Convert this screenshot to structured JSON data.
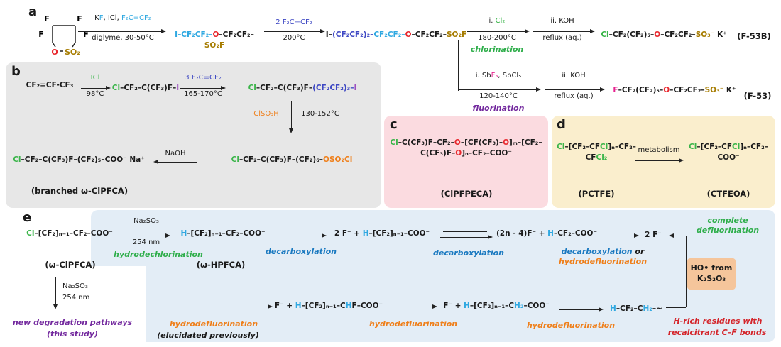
{
  "colors": {
    "tfe_first_unit": "#2fa8e1",
    "tfe_added_units": "#3d47c3",
    "ether_oxygen": "#e8262c",
    "chlorine": "#3bb54a",
    "iodine": "#9e4fc0",
    "sulfonyl": "#a67c00",
    "new_fluorine": "#e7218f",
    "orange_groups": "#ef7f1a",
    "green_notes": "#2fae4b",
    "blue_notes": "#1a79c0",
    "purple_notes": "#73299e",
    "red_notes": "#d4252b",
    "cyan_hydrogen": "#2fa8e1",
    "panel_b_bg": "#e7e7e7",
    "panel_c_bg": "#fbdbe0",
    "panel_d_bg": "#faeecd",
    "panel_e_bg": "#e3edf6",
    "ho_box_bg": "#f5c59b"
  },
  "panels": {
    "a": {
      "letter": "a",
      "sultone": {
        "f1": "F",
        "f2": "F",
        "f3": "F",
        "f4": "F",
        "o": "O",
        "so2": "SO₂"
      },
      "s1_top": [
        {
          "t": "K"
        },
        {
          "t": "F",
          "c": "cyan"
        },
        {
          "t": ", ICl, "
        },
        {
          "t": "F₂C=CF₂",
          "c": "cyan"
        }
      ],
      "s1_bot": "diglyme, 30-50°C",
      "s2_top": [
        {
          "t": "2 F₂C=CF₂",
          "c": "navy"
        }
      ],
      "s2_bot": "200°C",
      "s3_top": [
        {
          "t": "i. "
        },
        {
          "t": "Cl₂",
          "c": "green"
        }
      ],
      "s3_bot": "180-200°C",
      "s3_note": "chlorination",
      "s4_top": "ii. KOH",
      "s4_bot": "reflux (aq.)",
      "s5_top": [
        {
          "t": "i. Sb"
        },
        {
          "t": "F₃",
          "c": "magenta"
        },
        {
          "t": ", SbCl₅"
        }
      ],
      "s5_bot": "120-140°C",
      "s5_note": "fluorination",
      "s6_top": "ii. KOH",
      "s6_bot": "reflux (aq.)",
      "mol_p1": [
        {
          "t": "I–CF₂CF₂–",
          "c": "cyan"
        },
        {
          "t": "O",
          "c": "red"
        },
        {
          "t": "–CF₂CF₂–"
        },
        {
          "t": "SO₂F",
          "c": "gold"
        }
      ],
      "mol_p2": [
        {
          "t": "I–"
        },
        {
          "t": "(CF₂CF₂)₂–",
          "c": "navy"
        },
        {
          "t": "CF₂CF₂–",
          "c": "cyan"
        },
        {
          "t": "O",
          "c": "red"
        },
        {
          "t": "–CF₂CF₂–"
        },
        {
          "t": "SO₂F",
          "c": "gold"
        }
      ],
      "mol_f53b": [
        {
          "t": "Cl",
          "c": "green"
        },
        {
          "t": "–CF₂(CF₂)₅–"
        },
        {
          "t": "O",
          "c": "red"
        },
        {
          "t": "–CF₂CF₂–"
        },
        {
          "t": "SO₃⁻",
          "c": "gold"
        },
        {
          "t": " K⁺"
        }
      ],
      "lbl_f53b": "(F-53B)",
      "mol_f53": [
        {
          "t": "F",
          "c": "magenta"
        },
        {
          "t": "–CF₂(CF₂)₅–"
        },
        {
          "t": "O",
          "c": "red"
        },
        {
          "t": "–CF₂CF₂–"
        },
        {
          "t": "SO₃⁻",
          "c": "gold"
        },
        {
          "t": " K⁺"
        }
      ],
      "lbl_f53": "(F-53)"
    },
    "b": {
      "letter": "b",
      "mol_start": [
        {
          "t": "CF₂=CF-CF₃"
        }
      ],
      "s1_top": [
        {
          "t": "ICl",
          "c": "green"
        }
      ],
      "s1_bot": "98°C",
      "mol_p1": [
        {
          "t": "Cl",
          "c": "green"
        },
        {
          "t": "–CF₂–C(CF₃)F–"
        },
        {
          "t": "I",
          "c": "purple"
        }
      ],
      "s2_top": [
        {
          "t": "3 F₂C=CF₂",
          "c": "navy"
        }
      ],
      "s2_bot": "165-170°C",
      "mol_p2": [
        {
          "t": "Cl",
          "c": "green"
        },
        {
          "t": "–CF₂–C(CF₃)F–"
        },
        {
          "t": "(CF₂CF₂)₃–",
          "c": "navy"
        },
        {
          "t": "I",
          "c": "purple"
        }
      ],
      "d_left": [
        {
          "t": "ClSO₃H",
          "c": "orange"
        }
      ],
      "d_right": "130-152°C",
      "mol_p3": [
        {
          "t": "Cl",
          "c": "green"
        },
        {
          "t": "–CF₂–C(CF₃)F–(CF₂)₆–"
        },
        {
          "t": "OSO₂Cl",
          "c": "orange"
        }
      ],
      "s3": "NaOH",
      "mol_p4": [
        {
          "t": "Cl",
          "c": "green"
        },
        {
          "t": "–CF₂–C(CF₃)F–(CF₂)₅–COO⁻ Na⁺"
        }
      ],
      "lbl_p4": "(branched ω-ClPFCA)"
    },
    "c": {
      "letter": "c",
      "mol": [
        {
          "t": "Cl",
          "c": "green"
        },
        {
          "t": "–C(CF₃)F–CF₂–"
        },
        {
          "t": "O",
          "c": "red"
        },
        {
          "t": "–[CF(CF₃)–"
        },
        {
          "t": "O",
          "c": "red"
        },
        {
          "t": "]ₘ–[CF₂–C(CF₃)F–"
        },
        {
          "t": "O",
          "c": "red"
        },
        {
          "t": "]ₙ–CF₂–COO⁻"
        }
      ],
      "lbl": "(ClPFPECA)"
    },
    "d": {
      "letter": "d",
      "mol_pctfe": [
        {
          "t": "Cl",
          "c": "green"
        },
        {
          "t": "–[CF₂–CF"
        },
        {
          "t": "Cl",
          "c": "green"
        },
        {
          "t": "]ₙ–CF₂–CF"
        },
        {
          "t": "Cl₂",
          "c": "green"
        }
      ],
      "arrow_label": "metabolism",
      "mol_ctfeoa": [
        {
          "t": "Cl",
          "c": "green"
        },
        {
          "t": "–[CF₂–CF"
        },
        {
          "t": "Cl",
          "c": "green"
        },
        {
          "t": "]ₙ–CF₂–COO⁻"
        }
      ],
      "lbl_pctfe": "(PCTFE)",
      "lbl_ctfeoa": "(CTFEOA)"
    },
    "e": {
      "letter": "e",
      "mol_1": [
        {
          "t": "Cl",
          "c": "green"
        },
        {
          "t": "–[CF₂]ₙ₋₁–CF₂–COO⁻"
        }
      ],
      "lbl_1": "(ω-ClPFCA)",
      "s1_top": "Na₂SO₃",
      "s1_bot": "254 nm",
      "note_hydrodechlorination": "hydrodechlorination",
      "mol_2": [
        {
          "t": "H",
          "c": "cyan"
        },
        {
          "t": "–[CF₂]ₙ₋₁–CF₂–COO⁻"
        }
      ],
      "lbl_2": "(ω-HPFCA)",
      "note_decarboxylation_1": "decarboxylation",
      "mol_3": [
        {
          "t": "2 F⁻ + "
        },
        {
          "t": "H",
          "c": "cyan"
        },
        {
          "t": "–[CF₂]ₙ₋₁–COO⁻"
        }
      ],
      "note_decarboxylation_2": "decarboxylation",
      "mol_4": [
        {
          "t": "(2n - 4)F⁻ + "
        },
        {
          "t": "H",
          "c": "cyan"
        },
        {
          "t": "–CF₂–COO⁻"
        }
      ],
      "note_4a": [
        {
          "t": "decarboxylation",
          "c": "tblue"
        },
        {
          "t": " or"
        }
      ],
      "note_4b": [
        {
          "t": "hydrodefluorination",
          "c": "torange"
        }
      ],
      "mol_2f": "2 F⁻",
      "note_complete_1": "complete",
      "note_complete_2": "defluorination",
      "ho_line1": "HO• from",
      "ho_line2": "K₂S₂O₈",
      "down_top": "Na₂SO₃",
      "down_bot": "254 nm",
      "purple_1": "new degradation pathways",
      "purple_2": "(this study)",
      "note_hdf_1": "hydrodefluorination",
      "prev": "(elucidated previously)",
      "mol_5": [
        {
          "t": "F⁻ + "
        },
        {
          "t": "H",
          "c": "cyan"
        },
        {
          "t": "–[CF₂]ₙ₋₁–C"
        },
        {
          "t": "H",
          "c": "cyan"
        },
        {
          "t": "F–COO⁻"
        }
      ],
      "note_hdf_2": "hydrodefluorination",
      "mol_6": [
        {
          "t": "F⁻ + "
        },
        {
          "t": "H",
          "c": "cyan"
        },
        {
          "t": "–[CF₂]ₙ₋₁–C"
        },
        {
          "t": "H₂",
          "c": "cyan"
        },
        {
          "t": "–COO⁻"
        }
      ],
      "note_hdf_3": "hydrodefluorination",
      "mol_7": [
        {
          "t": "H",
          "c": "cyan"
        },
        {
          "t": "–CF₂–C"
        },
        {
          "t": "H₂",
          "c": "cyan"
        },
        {
          "t": "–~"
        }
      ],
      "red_1": "H-rich residues with",
      "red_2": "recalcitrant C–F bonds"
    }
  }
}
